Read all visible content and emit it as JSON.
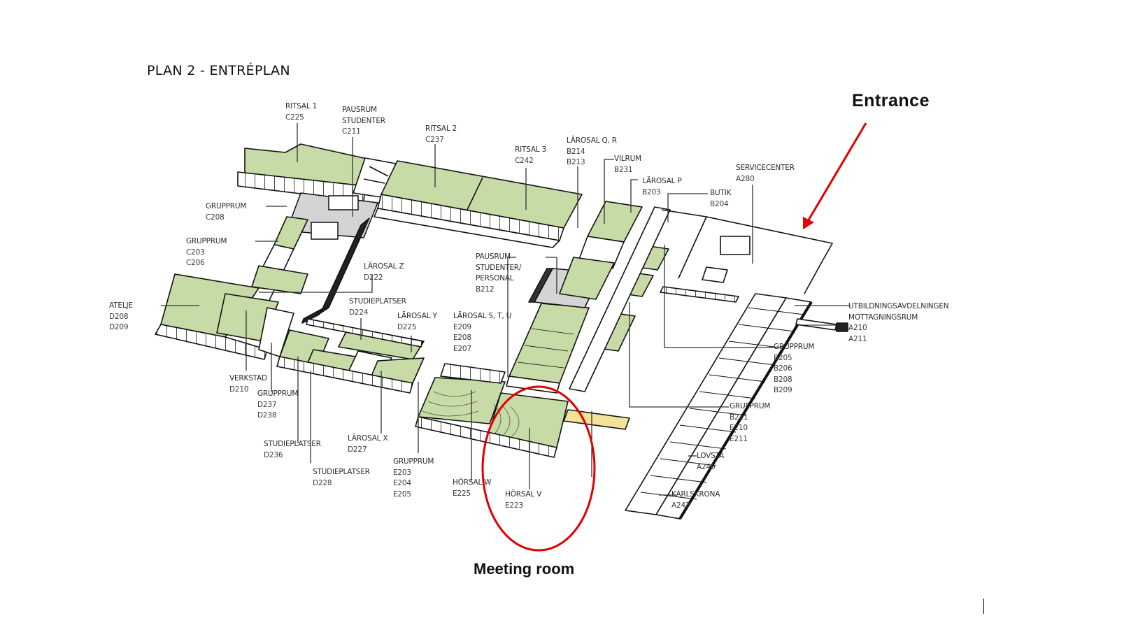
{
  "plan": {
    "title": "PLAN 2 - ENTRÉPLAN"
  },
  "annotations": {
    "entrance": {
      "label": "Entrance",
      "color": "#e00000"
    },
    "meeting_room": {
      "label": "Meeting room",
      "color": "#e00000",
      "target_room": "HÖRSAL V E223"
    }
  },
  "colors": {
    "room_fill": "#c6dba6",
    "room_stroke": "#111111",
    "common_area_fill": "#d4d4d4",
    "corridor_highlight": "#f3e39a",
    "annotation_red": "#e00000",
    "leader_line": "#333333"
  },
  "rooms": [
    {
      "id": "ritsal-1",
      "name": "RITSAL 1",
      "codes": [
        "C225"
      ]
    },
    {
      "id": "pausrum-studenter",
      "name": "PAUSRUM\nSTUDENTER",
      "name_lines": [
        "PAUSRUM",
        "STUDENTER"
      ],
      "codes": [
        "C211"
      ]
    },
    {
      "id": "ritsal-2",
      "name": "RITSAL 2",
      "codes": [
        "C237"
      ]
    },
    {
      "id": "ritsal-3",
      "name": "RITSAL 3",
      "codes": [
        "C242"
      ]
    },
    {
      "id": "larosal-qr",
      "name": "LÄROSAL Q, R",
      "codes": [
        "B214",
        "B213"
      ]
    },
    {
      "id": "vilrum",
      "name": "VILRUM",
      "codes": [
        "B231"
      ]
    },
    {
      "id": "larosal-p",
      "name": "LÄROSAL P",
      "codes": [
        "B203"
      ]
    },
    {
      "id": "butik",
      "name": "BUTIK",
      "codes": [
        "B204"
      ]
    },
    {
      "id": "servicecenter",
      "name": "SERVICECENTER",
      "codes": [
        "A280"
      ]
    },
    {
      "id": "grupprum-c208",
      "name": "GRUPPRUM",
      "codes": [
        "C208"
      ]
    },
    {
      "id": "grupprum-c203",
      "name": "GRUPPRUM",
      "codes": [
        "C203",
        "C206"
      ]
    },
    {
      "id": "larosal-z",
      "name": "LÄROSAL Z",
      "codes": [
        "D222"
      ]
    },
    {
      "id": "pausrum-personal",
      "name_lines": [
        "PAUSRUM",
        "STUDENTER/",
        "PERSONAL"
      ],
      "codes": [
        "B212"
      ]
    },
    {
      "id": "atelje",
      "name": "ATELJE",
      "codes": [
        "D208",
        "D209"
      ]
    },
    {
      "id": "studieplatser-d224",
      "name": "STUDIEPLATSER",
      "codes": [
        "D224"
      ]
    },
    {
      "id": "larosal-y",
      "name": "LÄROSAL Y",
      "codes": [
        "D225"
      ]
    },
    {
      "id": "larosal-stu",
      "name": "LÄROSAL S, T, U",
      "codes": [
        "E209",
        "E208",
        "E207"
      ]
    },
    {
      "id": "utbildningsavdelningen",
      "name_lines": [
        "UTBILDNINGSAVDELNINGEN",
        "MOTTAGNINGSRUM"
      ],
      "codes": [
        "A210",
        "A211"
      ]
    },
    {
      "id": "grupprum-b205",
      "name": "GRUPPRUM",
      "codes": [
        "B205",
        "B206",
        "B208",
        "B209"
      ]
    },
    {
      "id": "verkstad",
      "name": "VERKSTAD",
      "codes": [
        "D210"
      ]
    },
    {
      "id": "grupprum-d237",
      "name": "GRUPPRUM",
      "codes": [
        "D237",
        "D238"
      ]
    },
    {
      "id": "grupprum-b211",
      "name": "GRUPPRUM",
      "codes": [
        "B211",
        "E210",
        "E211"
      ]
    },
    {
      "id": "studieplatser-d236",
      "name": "STUDIEPLATSER",
      "codes": [
        "D236"
      ]
    },
    {
      "id": "larosal-x",
      "name": "LÄROSAL X",
      "codes": [
        "D227"
      ]
    },
    {
      "id": "grupprum-e203",
      "name": "GRUPPRUM",
      "codes": [
        "E203",
        "E204",
        "E205"
      ]
    },
    {
      "id": "lovsta",
      "name": "LOVSTA",
      "codes": [
        "A246"
      ]
    },
    {
      "id": "studieplatser-d228",
      "name": "STUDIEPLATSER",
      "codes": [
        "D228"
      ]
    },
    {
      "id": "horsal-w",
      "name": "HÖRSAL W",
      "codes": [
        "E225"
      ]
    },
    {
      "id": "horsal-v",
      "name": "HÖRSAL V",
      "codes": [
        "E223"
      ]
    },
    {
      "id": "karlskrona",
      "name": "KARLSKRONA",
      "codes": [
        "A247"
      ]
    }
  ]
}
